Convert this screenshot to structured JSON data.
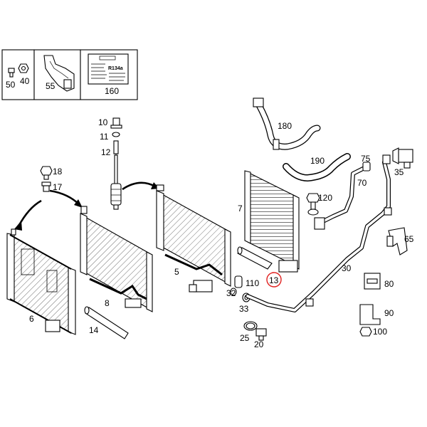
{
  "highlight_color": "#e0201f",
  "labels": {
    "l50": "50",
    "l40": "40",
    "l55": "55",
    "l160": "160",
    "l10": "10",
    "l11": "11",
    "l12": "12",
    "l18": "18",
    "l17": "17",
    "l180": "180",
    "l190": "190",
    "l75": "75",
    "l35": "35",
    "l70": "70",
    "l120": "120",
    "l7": "7",
    "l65": "65",
    "l5": "5",
    "l8": "8",
    "l6": "6",
    "l14": "14",
    "l110": "110",
    "l32": "32",
    "l33": "33",
    "l25": "25",
    "l20": "20",
    "l13": "13",
    "l30": "30",
    "l80": "80",
    "l90": "90",
    "l100": "100"
  },
  "label_card": {
    "title": "R134a"
  }
}
